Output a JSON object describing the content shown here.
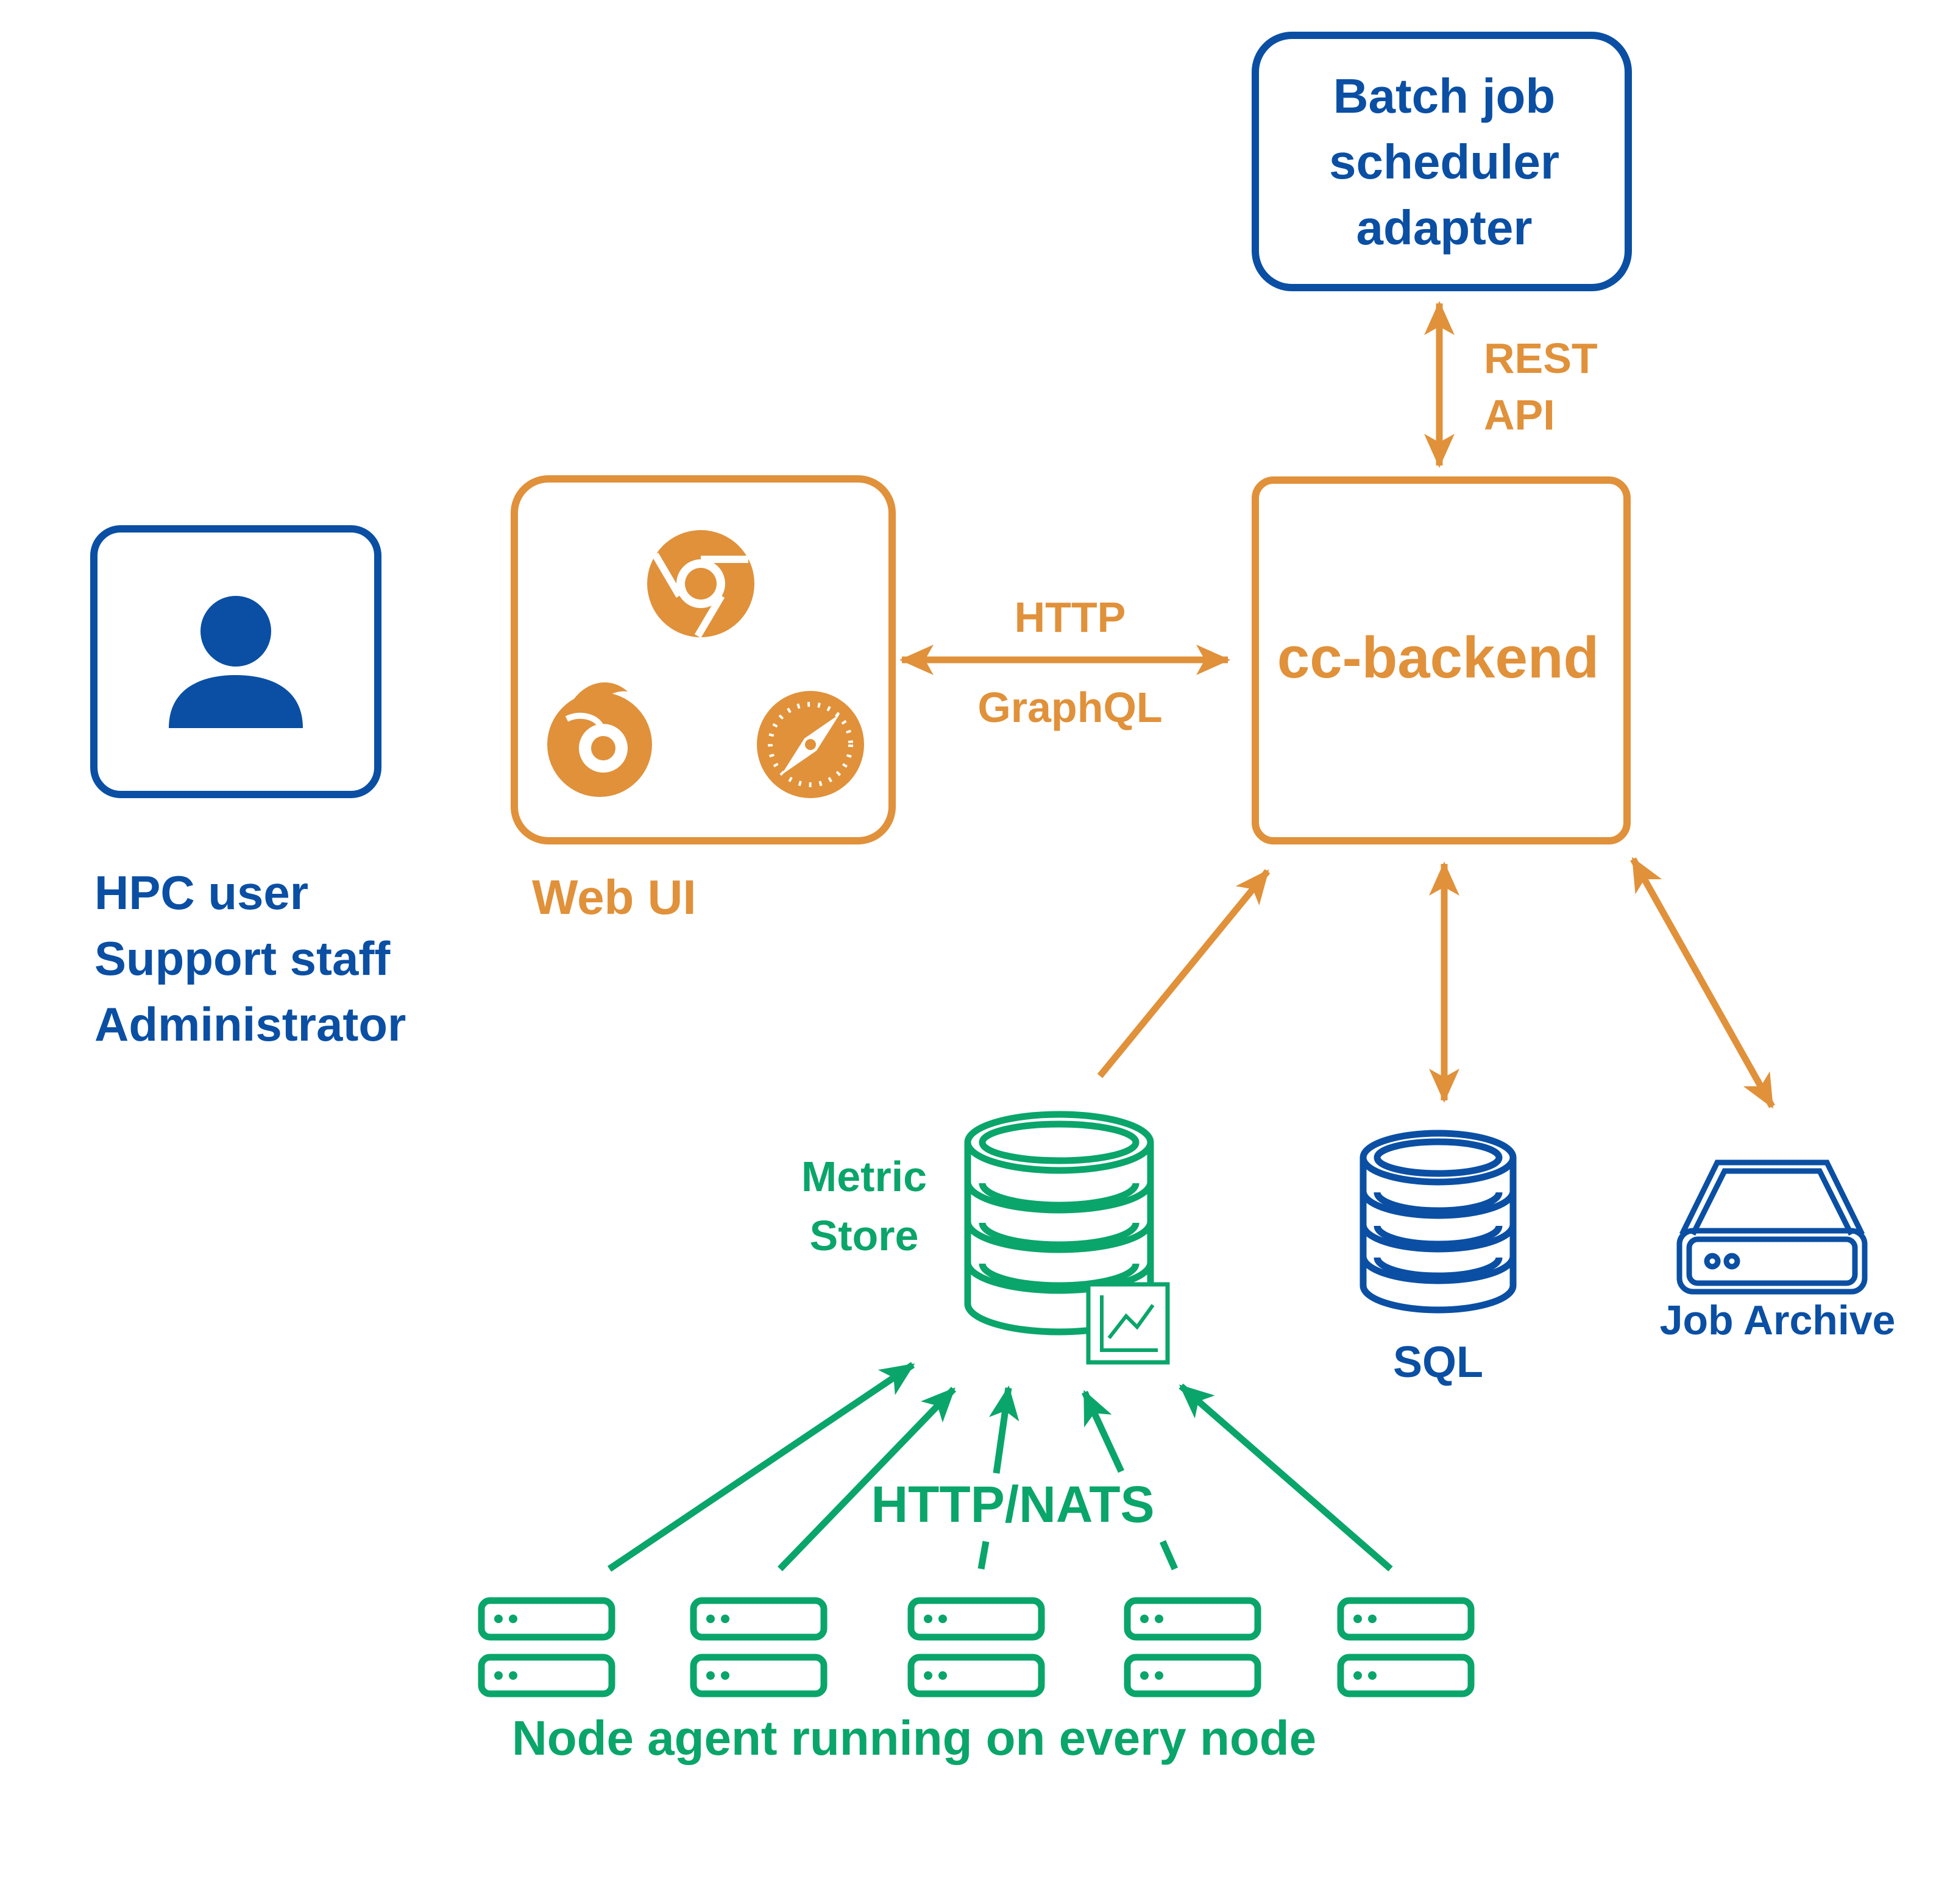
{
  "colors": {
    "blue": "#0a4fa3",
    "orange": "#e0913a",
    "green": "#0aa56a"
  },
  "users": {
    "icon": "person-icon",
    "lines": [
      "HPC user",
      "Support staff",
      "Administrator"
    ]
  },
  "web_ui": {
    "label": "Web UI",
    "icons": [
      "chrome-icon",
      "firefox-icon",
      "safari-icon"
    ]
  },
  "link_webui_backend": {
    "line1": "HTTP",
    "line2": "GraphQL"
  },
  "backend": {
    "label": "cc-backend"
  },
  "scheduler": {
    "lines": [
      "Batch job",
      "scheduler",
      "adapter"
    ]
  },
  "link_scheduler_backend": {
    "line1": "REST",
    "line2": "API"
  },
  "metric_store": {
    "lines": [
      "Metric",
      "Store"
    ],
    "icon": "database-chart-icon"
  },
  "sql": {
    "label": "SQL",
    "icon": "database-icon"
  },
  "job_archive": {
    "label": "Job Archive",
    "icon": "hard-drive-icon"
  },
  "nodes": {
    "protocol": "HTTP/NATS",
    "caption": "Node agent running on every node",
    "icon": "server-icon"
  }
}
